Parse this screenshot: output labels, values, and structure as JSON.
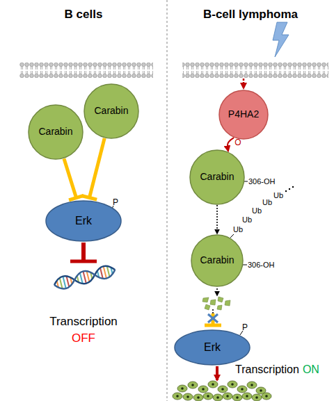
{
  "diagram": {
    "nodes": [
      {
        "text": [
          "Carabin"
        ]
      },
      {
        "text": [
          "Carabin"
        ]
      },
      {
        "text": [
          "Erk"
        ]
      },
      {
        "text": [
          "P4HA2"
        ]
      },
      {
        "text": [
          "Carabin"
        ]
      },
      {
        "text": [
          "Carabin"
        ]
      },
      {
        "text": [
          "Erk"
        ]
      }
    ],
    "edges": [
      {
        "from": 0,
        "to": 2,
        "arrow": "to"
      },
      {
        "from": 1,
        "to": 2,
        "arrow": "to"
      },
      {
        "from": 3,
        "to": 4,
        "label": "O",
        "arrow": "to"
      },
      {
        "from": 4,
        "to": 5,
        "arrow": "to"
      }
    ],
    "labels": [
      "B cells",
      "B-cell lymphoma",
      "P",
      "Transcription",
      "OFF",
      "306-OH",
      "Ub",
      "Ub",
      "Ub",
      "Ub",
      "Ub",
      "306-OH",
      "P",
      "Transcription",
      "ON"
    ]
  }
}
